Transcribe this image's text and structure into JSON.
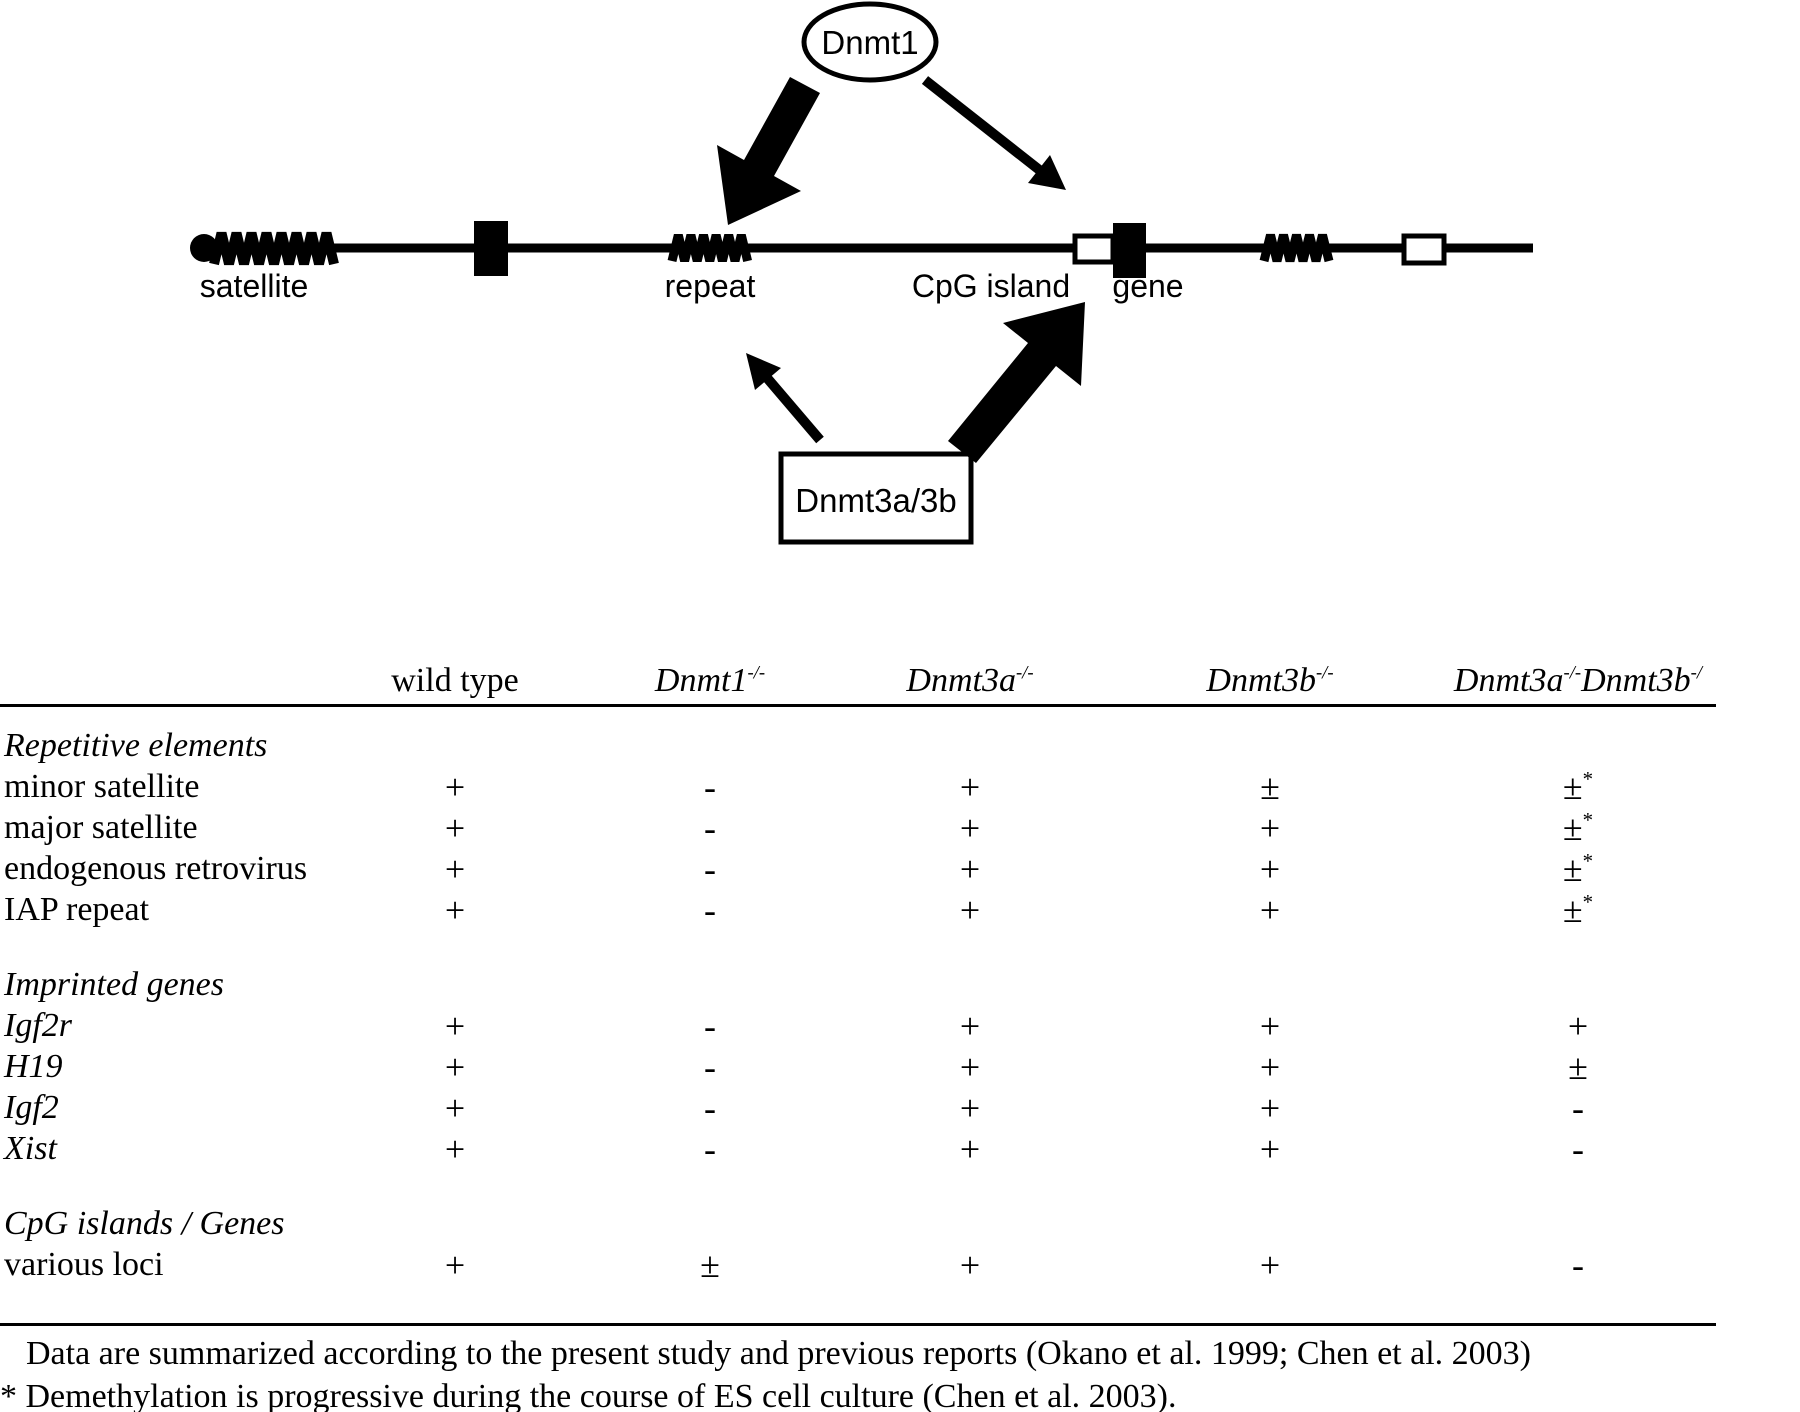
{
  "diagram": {
    "dnmt1_label": "Dnmt1",
    "dnmt3_label": "Dnmt3a/3b",
    "labels": {
      "satellite": "satellite",
      "repeat": "repeat",
      "cpg_island": "CpG island",
      "gene": "gene"
    }
  },
  "table": {
    "col_headers": [
      {
        "base": "wild type",
        "sup": "",
        "base2": "",
        "sup2": "",
        "italic": false
      },
      {
        "base": "Dnmt1",
        "sup": "-/-",
        "base2": "",
        "sup2": "",
        "italic": true
      },
      {
        "base": "Dnmt3a",
        "sup": "-/-",
        "base2": "",
        "sup2": "",
        "italic": true
      },
      {
        "base": "Dnmt3b",
        "sup": "-/-",
        "base2": "",
        "sup2": "",
        "italic": true
      },
      {
        "base": "Dnmt3a",
        "sup": "-/-",
        "base2": "Dnmt3b",
        "sup2": "-/",
        "italic": true
      }
    ],
    "sections": [
      {
        "heading": "Repetitive elements",
        "rows": [
          {
            "label": "minor satellite",
            "italic": false,
            "cells": [
              {
                "v": "+",
                "sup": ""
              },
              {
                "v": "-",
                "sup": ""
              },
              {
                "v": "+",
                "sup": ""
              },
              {
                "v": "±",
                "sup": ""
              },
              {
                "v": "±",
                "sup": "*"
              }
            ]
          },
          {
            "label": "major satellite",
            "italic": false,
            "cells": [
              {
                "v": "+",
                "sup": ""
              },
              {
                "v": "-",
                "sup": ""
              },
              {
                "v": "+",
                "sup": ""
              },
              {
                "v": "+",
                "sup": ""
              },
              {
                "v": "±",
                "sup": "*"
              }
            ]
          },
          {
            "label": "endogenous retrovirus",
            "italic": false,
            "cells": [
              {
                "v": "+",
                "sup": ""
              },
              {
                "v": "-",
                "sup": ""
              },
              {
                "v": "+",
                "sup": ""
              },
              {
                "v": "+",
                "sup": ""
              },
              {
                "v": "±",
                "sup": "*"
              }
            ]
          },
          {
            "label": "IAP repeat",
            "italic": false,
            "cells": [
              {
                "v": "+",
                "sup": ""
              },
              {
                "v": "-",
                "sup": ""
              },
              {
                "v": "+",
                "sup": ""
              },
              {
                "v": "+",
                "sup": ""
              },
              {
                "v": "±",
                "sup": "*"
              }
            ]
          }
        ]
      },
      {
        "heading": "Imprinted genes",
        "rows": [
          {
            "label": "Igf2r",
            "italic": true,
            "cells": [
              {
                "v": "+",
                "sup": ""
              },
              {
                "v": "-",
                "sup": ""
              },
              {
                "v": "+",
                "sup": ""
              },
              {
                "v": "+",
                "sup": ""
              },
              {
                "v": "+",
                "sup": ""
              }
            ]
          },
          {
            "label": "H19",
            "italic": true,
            "cells": [
              {
                "v": "+",
                "sup": ""
              },
              {
                "v": "-",
                "sup": ""
              },
              {
                "v": "+",
                "sup": ""
              },
              {
                "v": "+",
                "sup": ""
              },
              {
                "v": "±",
                "sup": ""
              }
            ]
          },
          {
            "label": "Igf2",
            "italic": true,
            "cells": [
              {
                "v": "+",
                "sup": ""
              },
              {
                "v": "-",
                "sup": ""
              },
              {
                "v": "+",
                "sup": ""
              },
              {
                "v": "+",
                "sup": ""
              },
              {
                "v": "-",
                "sup": ""
              }
            ]
          },
          {
            "label": "Xist",
            "italic": true,
            "cells": [
              {
                "v": "+",
                "sup": ""
              },
              {
                "v": "-",
                "sup": ""
              },
              {
                "v": "+",
                "sup": ""
              },
              {
                "v": "+",
                "sup": ""
              },
              {
                "v": "-",
                "sup": ""
              }
            ]
          }
        ]
      },
      {
        "heading": "CpG islands / Genes",
        "rows": [
          {
            "label": "various loci",
            "italic": false,
            "cells": [
              {
                "v": "+",
                "sup": ""
              },
              {
                "v": "±",
                "sup": ""
              },
              {
                "v": "+",
                "sup": ""
              },
              {
                "v": "+",
                "sup": ""
              },
              {
                "v": "-",
                "sup": ""
              }
            ]
          }
        ]
      }
    ]
  },
  "footnotes": {
    "line1": "Data are summarized according to the present study and previous reports (Okano et al. 1999; Chen et al. 2003)",
    "line2": "* Demethylation is progressive during the course of ES cell culture (Chen et al. 2003)."
  }
}
